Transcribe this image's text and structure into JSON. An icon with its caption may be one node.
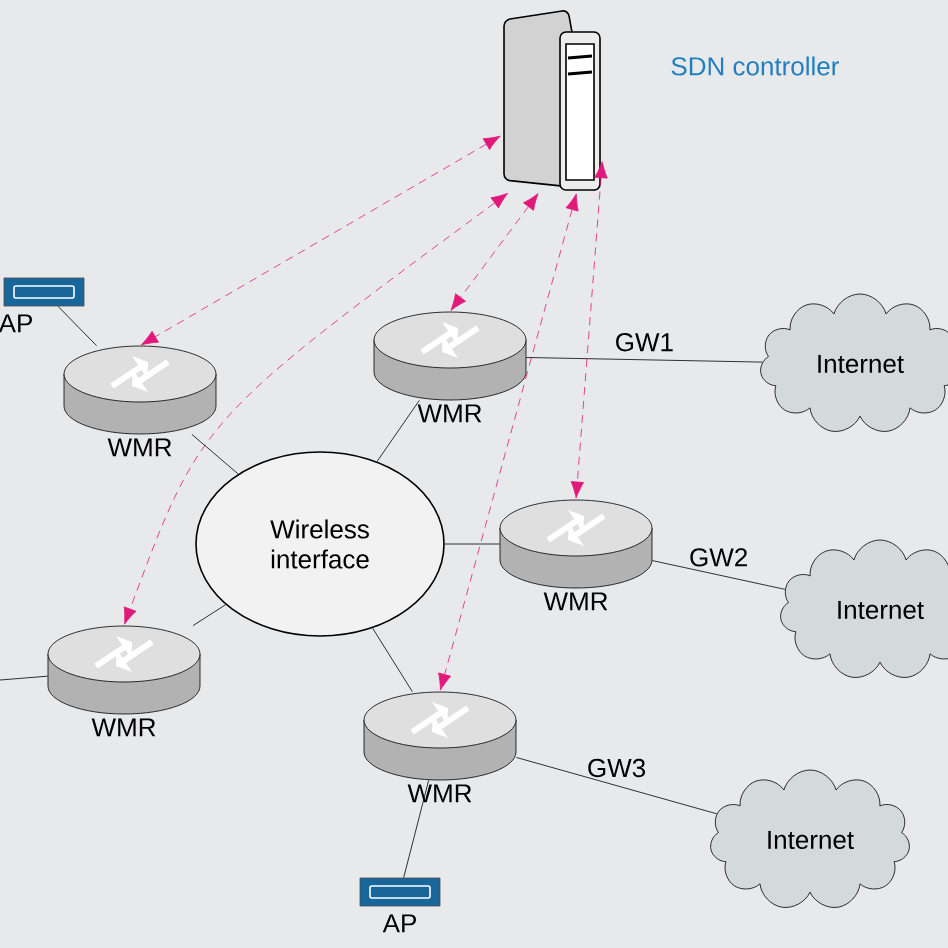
{
  "diagram": {
    "nodes": [
      {
        "text": [],
        "shape": "server",
        "beside": [
          "SDN controller"
        ]
      },
      {
        "text": [],
        "shape": "box",
        "beside": [
          "AP"
        ]
      },
      {
        "text": [],
        "shape": "cylinder",
        "beside": [
          "WMR"
        ]
      },
      {
        "text": [],
        "shape": "cylinder",
        "beside": [
          "WMR"
        ]
      },
      {
        "text": [
          "Internet"
        ]
      },
      {
        "text": [
          "Wireless interface"
        ]
      },
      {
        "text": [],
        "shape": "cylinder",
        "beside": [
          "WMR"
        ]
      },
      {
        "text": [
          "Internet"
        ]
      },
      {
        "text": [],
        "shape": "cylinder",
        "beside": [
          "WMR"
        ]
      },
      {
        "text": [],
        "shape": "cylinder",
        "beside": [
          "WMR"
        ]
      },
      {
        "text": [
          "Internet"
        ]
      },
      {
        "text": [],
        "shape": "box",
        "beside": [
          "AP"
        ]
      }
    ],
    "edges": [
      {
        "from": 0,
        "to": 2,
        "arrow": "both",
        "style": "dashed",
        "color": "#e0197a"
      },
      {
        "from": 0,
        "to": 8,
        "arrow": "both",
        "style": "dashed",
        "color": "#e0197a"
      },
      {
        "from": 0,
        "to": 3,
        "arrow": "both",
        "style": "dashed",
        "color": "#e0197a"
      },
      {
        "from": 0,
        "to": 9,
        "arrow": "both",
        "style": "dashed",
        "color": "#e0197a"
      },
      {
        "from": 0,
        "to": 6,
        "arrow": "both",
        "style": "dashed",
        "color": "#e0197a"
      },
      {
        "from": 1,
        "to": 2,
        "arrow": "none"
      },
      {
        "from": 2,
        "to": 5,
        "arrow": "none"
      },
      {
        "from": 3,
        "to": 5,
        "arrow": "none"
      },
      {
        "from": 3,
        "to": 4,
        "arrow": "none",
        "label": "GW1"
      },
      {
        "from": 5,
        "to": 6,
        "arrow": "none"
      },
      {
        "from": 6,
        "to": 7,
        "arrow": "none",
        "label": "GW2"
      },
      {
        "from": 5,
        "to": 8,
        "arrow": "none"
      },
      {
        "from": 5,
        "to": 9,
        "arrow": "none"
      },
      {
        "from": 9,
        "to": 10,
        "arrow": "none",
        "label": "GW3"
      },
      {
        "from": 9,
        "to": 11,
        "arrow": "none"
      },
      {
        "from": 8,
        "to": null,
        "arrow": "none"
      }
    ]
  }
}
